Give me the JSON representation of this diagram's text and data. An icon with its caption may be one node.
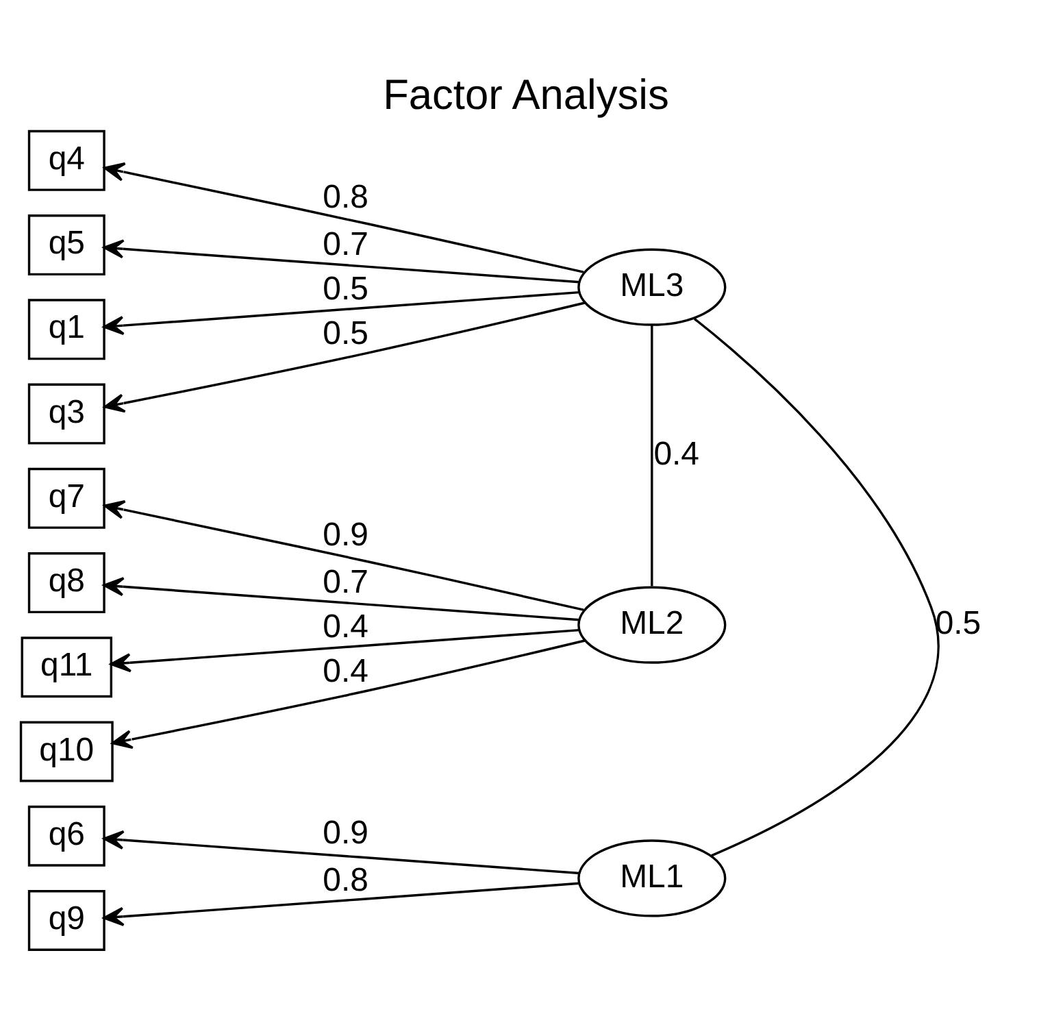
{
  "diagram": {
    "title": "Factor Analysis",
    "nodes": [
      {
        "text": [
          "q4"
        ]
      },
      {
        "text": [
          "q5"
        ]
      },
      {
        "text": [
          "q1"
        ]
      },
      {
        "text": [
          "q3"
        ]
      },
      {
        "text": [
          "q7"
        ]
      },
      {
        "text": [
          "q8"
        ]
      },
      {
        "text": [
          "q11"
        ]
      },
      {
        "text": [
          "q10"
        ]
      },
      {
        "text": [
          "q6"
        ]
      },
      {
        "text": [
          "q9"
        ]
      },
      {
        "text": [
          "ML3"
        ]
      },
      {
        "text": [
          "ML2"
        ]
      },
      {
        "text": [
          "ML1"
        ]
      }
    ],
    "edges": [
      {
        "from": 10,
        "to": 0,
        "arrow": "to",
        "label": "0.8"
      },
      {
        "from": 10,
        "to": 1,
        "arrow": "to",
        "label": "0.7"
      },
      {
        "from": 10,
        "to": 2,
        "arrow": "to",
        "label": "0.5"
      },
      {
        "from": 10,
        "to": 3,
        "arrow": "to",
        "label": "0.5"
      },
      {
        "from": 11,
        "to": 4,
        "arrow": "to",
        "label": "0.9"
      },
      {
        "from": 11,
        "to": 5,
        "arrow": "to",
        "label": "0.7"
      },
      {
        "from": 11,
        "to": 6,
        "arrow": "to",
        "label": "0.4"
      },
      {
        "from": 11,
        "to": 7,
        "arrow": "to",
        "label": "0.4"
      },
      {
        "from": 12,
        "to": 8,
        "arrow": "to",
        "label": "0.9"
      },
      {
        "from": 12,
        "to": 9,
        "arrow": "to",
        "label": "0.8"
      },
      {
        "from": 10,
        "to": 11,
        "arrow": "none",
        "label": "0.4"
      },
      {
        "from": 10,
        "to": 12,
        "arrow": "none",
        "label": "0.5"
      }
    ]
  }
}
